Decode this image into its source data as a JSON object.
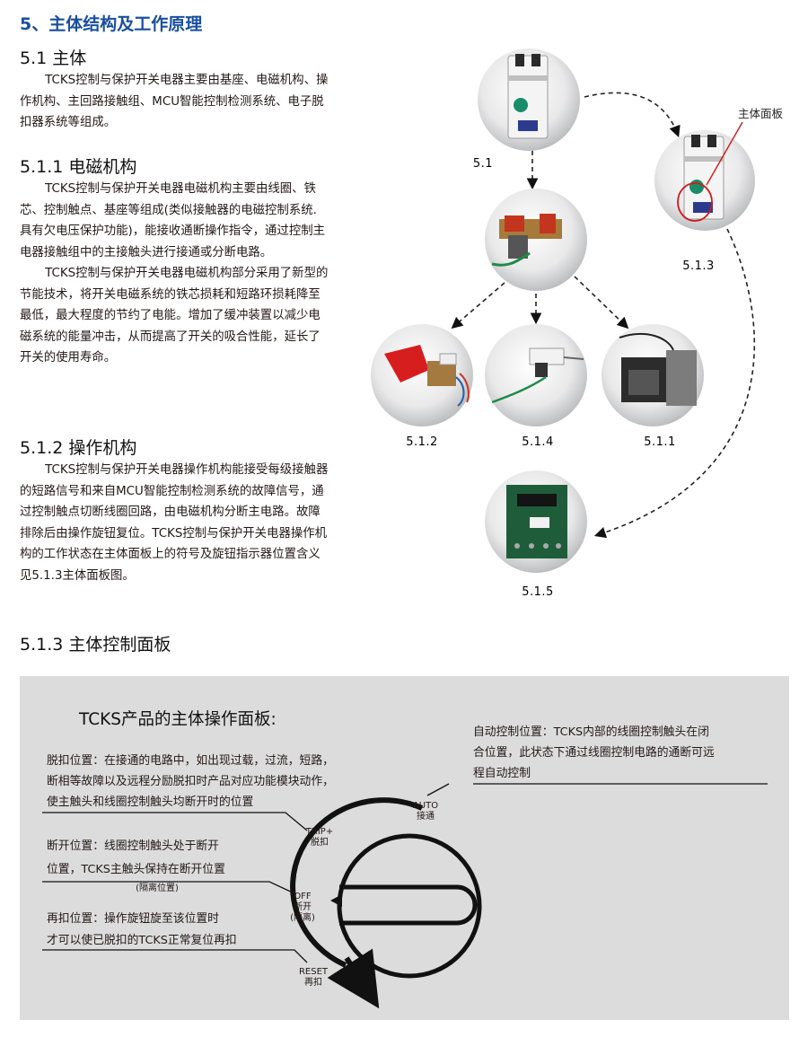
{
  "heading": "5、主体结构及工作原理",
  "sections": {
    "s51": {
      "title": "5.1 主体",
      "paragraphs": [
        "TCKS控制与保护开关电器主要由基座、电磁机构、操作机构、主回路接触组、MCU智能控制检测系统、电子脱扣器系统等组成。"
      ]
    },
    "s511": {
      "title": "5.1.1 电磁机构",
      "paragraphs": [
        "TCKS控制与保护开关电器电磁机构主要由线圈、铁芯、控制触点、基座等组成(类似接触器的电磁控制系统. 具有欠电压保护功能)，能接收通断操作指令，通过控制主电器接触组中的主接触头进行接通或分断电路。",
        "TCKS控制与保护开关电器电磁机构部分采用了新型的节能技术，将开关电磁系统的铁芯损耗和短路环损耗降至最低，最大程度的节约了电能。增加了缓冲装置以减少电磁系统的能量冲击，从而提高了开关的吸合性能，延长了开关的使用寿命。"
      ]
    },
    "s512": {
      "title": "5.1.2 操作机构",
      "paragraphs": [
        "TCKS控制与保护开关电器操作机构能接受每级接触器的短路信号和来自MCU智能控制检测系统的故障信号，通过控制触点切断线圈回路，由电磁机构分断主电路。故障排除后由操作旋钮复位。TCKS控制与保护开关电器操作机构的工作状态在主体面板上的符号及旋钮指示器位置含义见5.1.3主体面板图。"
      ]
    },
    "s513": {
      "title": "5.1.3 主体控制面板"
    }
  },
  "diagram": {
    "labels": {
      "p51": "5.1",
      "p513": "5.1.3",
      "p512": "5.1.2",
      "p514": "5.1.4",
      "p5111": "5.1.1",
      "p515": "5.1.5",
      "callout": "主体面板"
    }
  },
  "panel": {
    "title": "TCKS产品的主体操作面板:",
    "auto_desc": [
      "自动控制位置：TCKS内部的线圈控制触头在闭",
      "合位置，此状态下通过线圈控制电路的通断可远",
      "程自动控制"
    ],
    "trip_desc": [
      "脱扣位置：在接通的电路中，如出现过载，过流，短路，",
      "断相等故障以及远程分励脱扣时产品对应功能模块动作，",
      "使主触头和线圈控制触头均断开时的位置"
    ],
    "off_desc": [
      "断开位置：线圈控制触头处于断开",
      "位置，TCKS主触头保持在断开位置"
    ],
    "off_note": "(隔离位置)",
    "reset_desc": [
      "再扣位置：操作旋钮旋至该位置时",
      "才可以使已脱扣的TCKS正常复位再扣"
    ],
    "dial": {
      "auto": [
        "AUTO",
        "接通"
      ],
      "trip": [
        "TRIP+",
        "脱扣"
      ],
      "off": [
        "OFF",
        "断开",
        "(隔离)"
      ],
      "reset": [
        "RESET",
        "再扣"
      ]
    }
  }
}
